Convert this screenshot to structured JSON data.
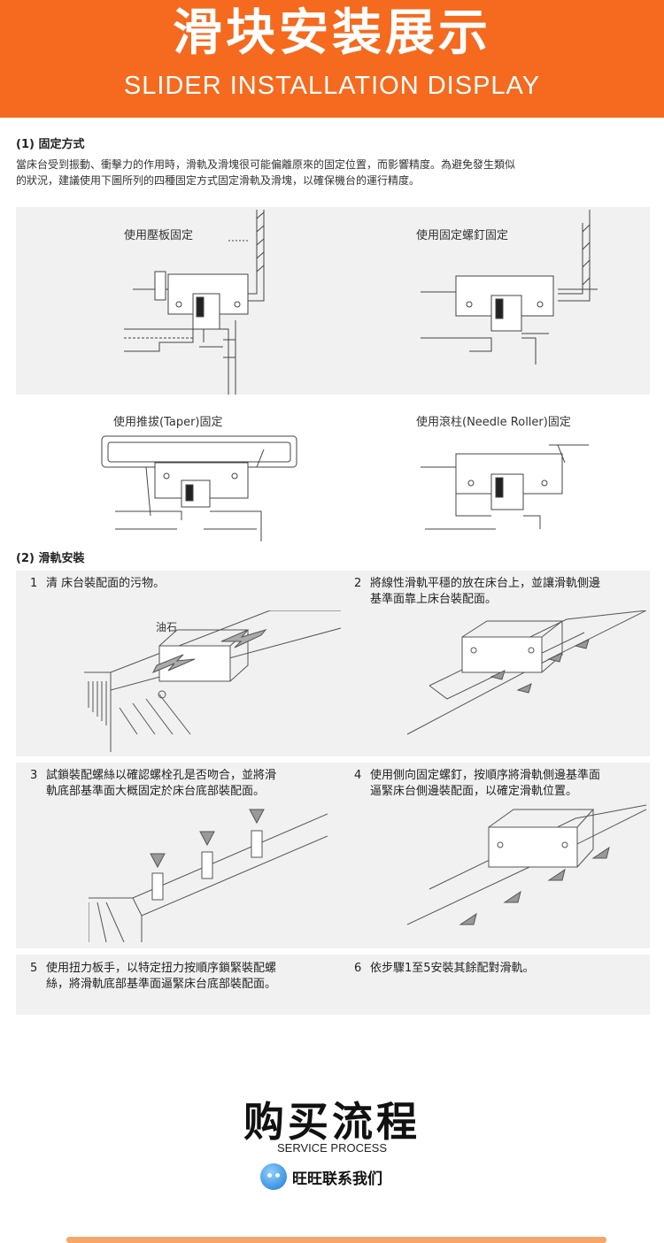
{
  "banner": {
    "title": "滑块安装展示",
    "subtitle": "SLIDER INSTALLATION DISPLAY",
    "color": "#f56a1e"
  },
  "section1": {
    "heading": "(1) 固定方式",
    "para_line1": "當床台受到振動、衝擊力的作用時，滑軌及滑塊很可能偏離原來的固定位置，而影響精度。為避免發生類似",
    "para_line2": "的狀況，建議使用下圖所列的四種固定方式固定滑軌及滑塊，以確保機台的運行精度。",
    "diagrams": [
      {
        "label": "使用壓板固定"
      },
      {
        "label": "使用固定螺釘固定"
      },
      {
        "label": "使用推拔(Taper)固定"
      },
      {
        "label": "使用滾柱(Needle Roller)固定"
      }
    ]
  },
  "section2": {
    "heading": "(2) 滑軌安裝",
    "oilstone_label": "油石",
    "steps": [
      {
        "num": "1",
        "line1": "清   床台裝配面的污物。",
        "line2": ""
      },
      {
        "num": "2",
        "line1": "將線性滑軌平穩的放在床台上，並讓滑軌側邊",
        "line2": "基準面靠上床台裝配面。"
      },
      {
        "num": "3",
        "line1": "試鎖裝配螺絲以確認螺栓孔是否吻合，並將滑",
        "line2": "軌底部基準面大概固定於床台底部裝配面。"
      },
      {
        "num": "4",
        "line1": "使用側向固定螺釘，按順序將滑軌側邊基準面",
        "line2": "逼緊床台側邊裝配面，以確定滑軌位置。"
      },
      {
        "num": "5",
        "line1": "使用扭力板手，以特定扭力按順序鎖緊裝配螺",
        "line2": "絲，將滑軌底部基準面逼緊床台底部裝配面。"
      },
      {
        "num": "6",
        "line1": "依步驟1至5安裝其餘配對滑軌。",
        "line2": ""
      }
    ]
  },
  "service": {
    "title": "购买流程",
    "subtitle": "SERVICE PROCESS",
    "contact": "旺旺联系我们"
  }
}
